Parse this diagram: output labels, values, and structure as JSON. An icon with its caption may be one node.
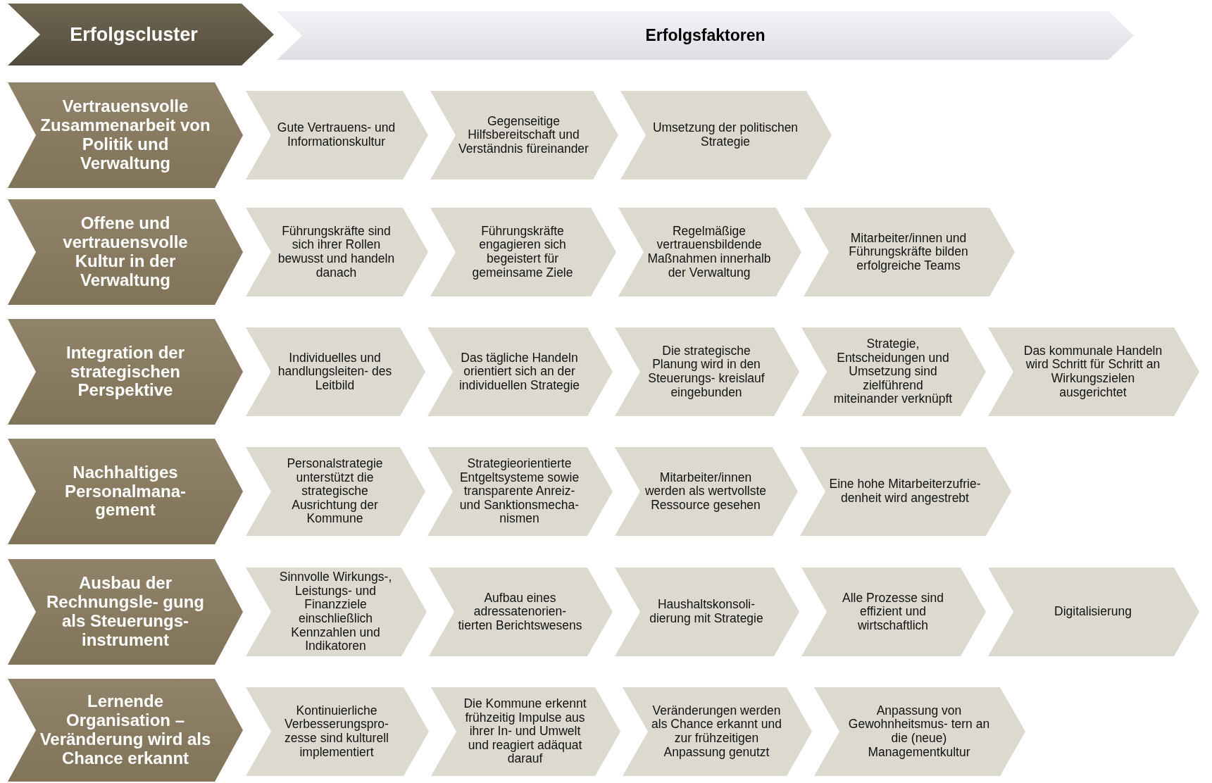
{
  "diagram": {
    "nodes": [
      {
        "text": [
          "Erfolgscluster"
        ]
      },
      {
        "text": [
          "Erfolgsfaktoren"
        ]
      },
      {
        "text": [
          "Vertrauensvolle Zusammenarbeit von Politik und Verwaltung"
        ]
      },
      {
        "text": [
          "Gute Vertrauens- und Informationskultur"
        ]
      },
      {
        "text": [
          "Gegenseitige Hilfsbereitschaft und Verständnis füreinander"
        ]
      },
      {
        "text": [
          "Umsetzung der politischen Strategie"
        ]
      },
      {
        "text": [
          "Offene und vertrauensvolle Kultur in der Verwaltung"
        ]
      },
      {
        "text": [
          "Führungskräfte sind sich ihrer Rollen bewusst und handeln danach"
        ]
      },
      {
        "text": [
          "Führungskräfte engagieren sich begeistert für gemeinsame Ziele"
        ]
      },
      {
        "text": [
          "Regelmäßige vertrauensbildende Maßnahmen innerhalb der Verwaltung"
        ]
      },
      {
        "text": [
          "Mitarbeiter/innen und Führungskräfte bilden erfolgreiche Teams"
        ]
      },
      {
        "text": [
          "Integration der strategischen Perspektive"
        ]
      },
      {
        "text": [
          "Individuelles und handlungsleiten- des Leitbild"
        ]
      },
      {
        "text": [
          "Das tägliche Handeln orientiert sich an der individuellen Strategie"
        ]
      },
      {
        "text": [
          "Die strategische Planung wird in den Steuerungs- kreislauf eingebunden"
        ]
      },
      {
        "text": [
          "Strategie, Entscheidungen und Umsetzung sind zielführend miteinander verknüpft"
        ]
      },
      {
        "text": [
          "Das kommunale Handeln wird Schritt für Schritt an Wirkungszielen ausgerichtet"
        ]
      },
      {
        "text": [
          "Nachhaltiges Personalmana- gement"
        ]
      },
      {
        "text": [
          "Personalstrategie unterstützt die strategische Ausrichtung der Kommune"
        ]
      },
      {
        "text": [
          "Strategieorientierte Entgeltsysteme sowie transparente Anreiz- und Sanktionsmecha- nismen"
        ]
      },
      {
        "text": [
          "Mitarbeiter/innen werden als wertvollste Ressource gesehen"
        ]
      },
      {
        "text": [
          "Eine hohe Mitarbeiterzufrie- denheit wird angestrebt"
        ]
      },
      {
        "text": [
          "Ausbau der Rechnungsle- gung als Steuerungs- instrument"
        ]
      },
      {
        "text": [
          "Sinnvolle Wirkungs-, Leistungs- und Finanzziele einschließlich Kennzahlen und Indikatoren"
        ]
      },
      {
        "text": [
          "Aufbau eines adressatenorien- tierten Berichtswesens"
        ]
      },
      {
        "text": [
          "Haushaltskonsoli- dierung mit Strategie"
        ]
      },
      {
        "text": [
          "Alle Prozesse sind effizient und wirtschaftlich"
        ]
      },
      {
        "text": [
          "Digitalisierung"
        ]
      },
      {
        "text": [
          "Lernende Organisation – Veränderung wird als Chance erkannt"
        ]
      },
      {
        "text": [
          "Kontinuierliche Verbesserungspro- zesse sind kulturell implementiert"
        ]
      },
      {
        "text": [
          "Die Kommune erkennt frühzeitig Impulse aus ihrer In- und Umwelt und reagiert adäquat darauf"
        ]
      },
      {
        "text": [
          "Veränderungen werden als Chance erkannt und zur frühzeitigen Anpassung genutzt"
        ]
      },
      {
        "text": [
          "Anpassung von Gewohnheitsmus- tern an die (neue) Managementkultur"
        ]
      }
    ]
  }
}
